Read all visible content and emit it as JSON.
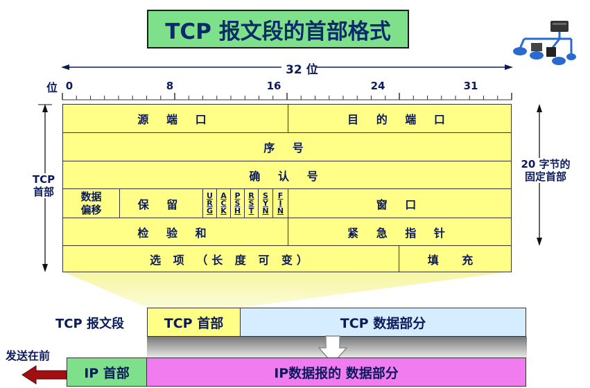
{
  "title": "TCP 报文段的首部格式",
  "bits_label": "32 位",
  "bit_axis_label": "位",
  "bit_ticks": [
    "0",
    "8",
    "16",
    "24",
    "31"
  ],
  "header_side_label": [
    "TCP",
    "首部"
  ],
  "fixed_side_label": [
    "20 字节的",
    "固定首部"
  ],
  "fields": {
    "src_port": "源 端 口",
    "dst_port": "目 的 端 口",
    "seq": "序 号",
    "ack": "确 认 号",
    "data_offset": [
      "数据",
      "偏移"
    ],
    "reserved": "保 留",
    "flags": [
      [
        "U",
        "R",
        "G"
      ],
      [
        "A",
        "C",
        "K"
      ],
      [
        "P",
        "S",
        "H"
      ],
      [
        "R",
        "S",
        "T"
      ],
      [
        "S",
        "Y",
        "N"
      ],
      [
        "F",
        "I",
        "N"
      ]
    ],
    "window": "窗 口",
    "checksum": "检 验 和",
    "urgent": "紧 急 指 针",
    "options": "选 项 （长 度 可 变）",
    "padding": "填 充"
  },
  "segment": {
    "label": "TCP 报文段",
    "header": "TCP 首部",
    "data": "TCP 数据部分"
  },
  "ip": {
    "send_first": "发送在前",
    "header": "IP 首部",
    "data": "IP数据报的 数据部分"
  },
  "colors": {
    "table_fill": "#ffff88",
    "title_fill": "#7ee08a",
    "tcp_header_fill": "#ffff88",
    "tcp_data_fill": "#d6ecff",
    "ip_header_fill": "#7ee08a",
    "ip_data_fill": "#f07cf0",
    "arrow_red": "#a01010"
  }
}
